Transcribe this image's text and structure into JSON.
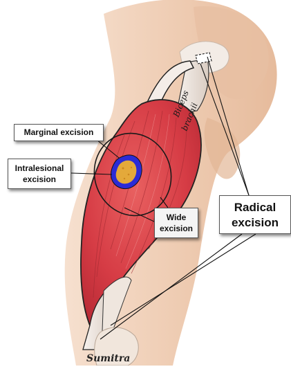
{
  "labels": {
    "marginal": "Marginal excision",
    "intralesional_line1": "Intralesional",
    "intralesional_line2": "excision",
    "wide_line1": "Wide",
    "wide_line2": "excision",
    "radical_line1": "Radical",
    "radical_line2": "excision"
  },
  "muscle_label_line1": "Biceps",
  "muscle_label_line2": "brachii",
  "signature": "Sumitra",
  "colors": {
    "skin": "#f1d3bd",
    "muscle": "#d9414a",
    "tendon": "#ede4dc",
    "tumor_ring": "#2b2bd6",
    "tumor_core": "#e4a93a"
  }
}
